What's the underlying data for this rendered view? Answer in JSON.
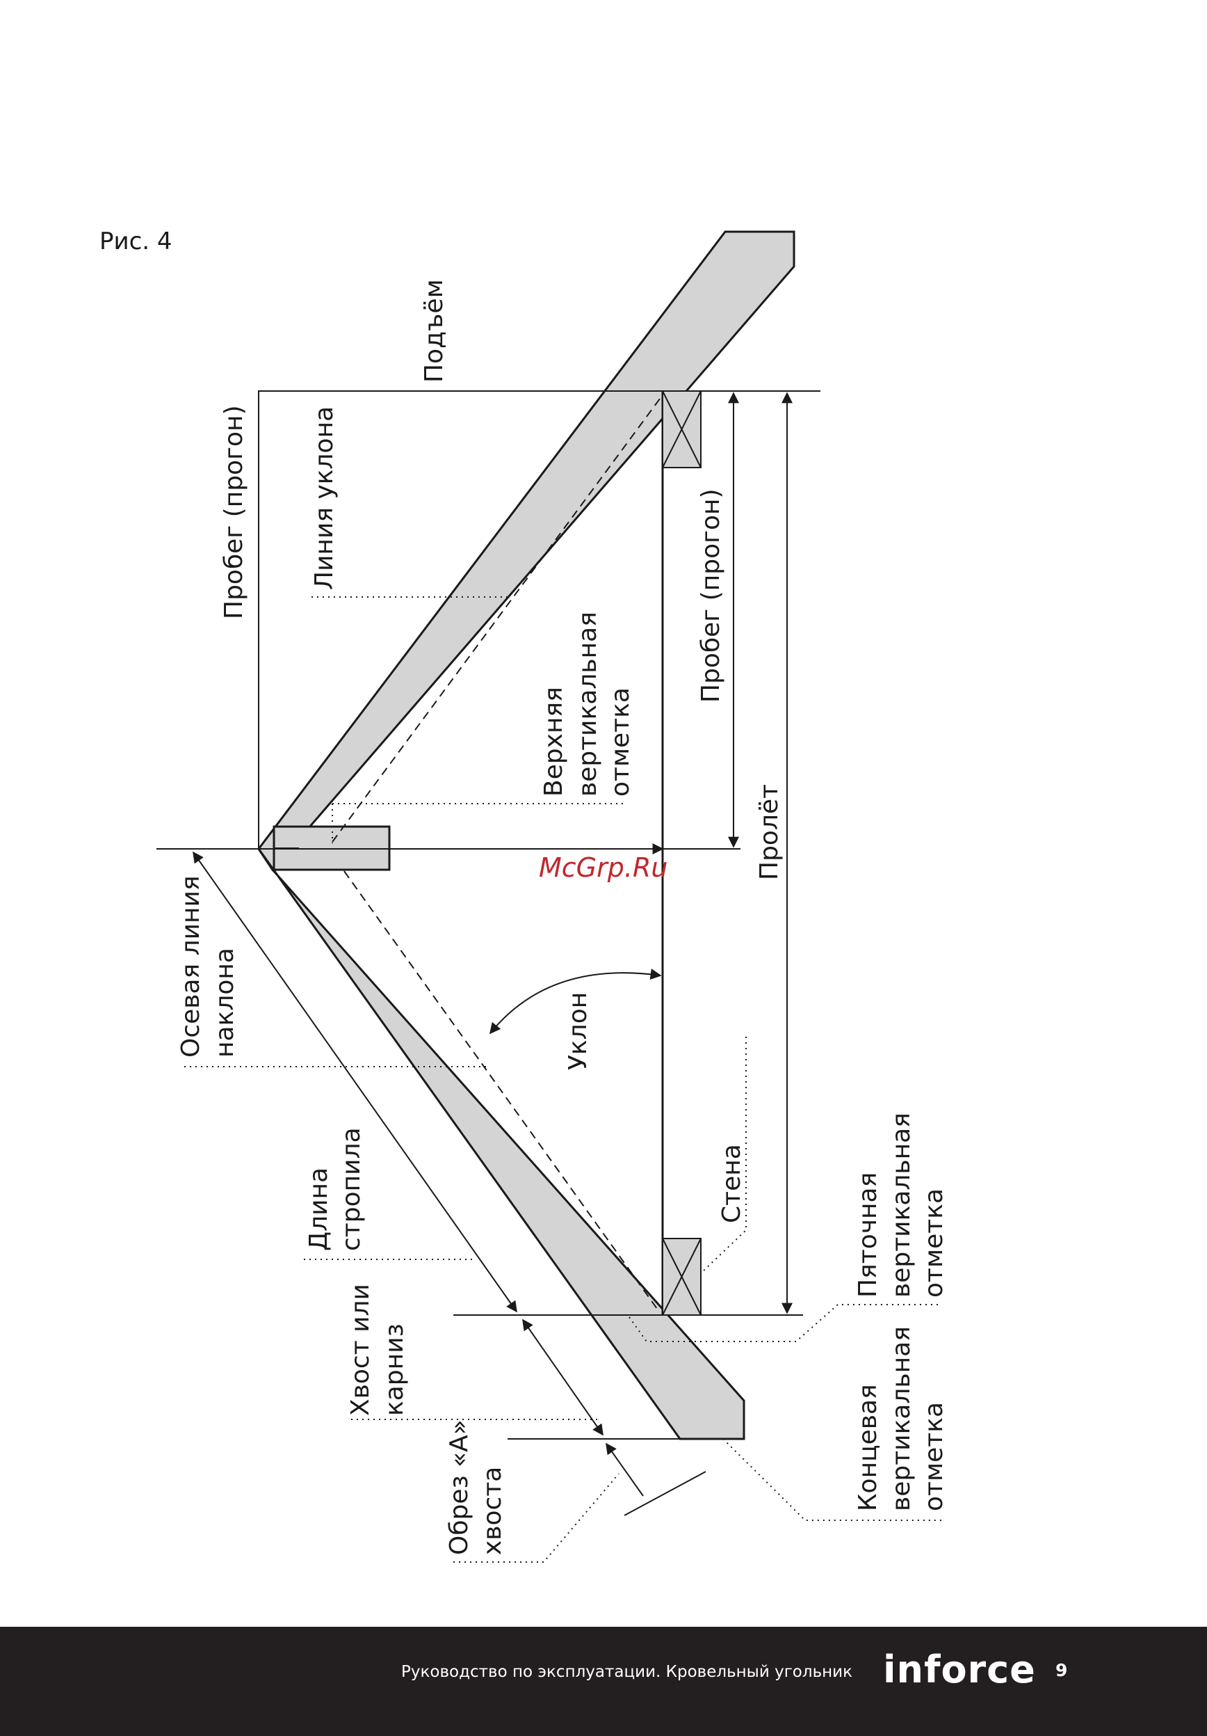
{
  "figure": {
    "caption": "Рис. 4"
  },
  "labels": {
    "podyom": "Подъём",
    "probeg_left": "Пробег (прогон)",
    "liniya_uklona": "Линия уклона",
    "verkhnyaya_1": "Верхняя",
    "verkhnyaya_2": "вертикальная",
    "verkhnyaya_3": "отметка",
    "probeg_right": "Пробег (прогон)",
    "prolyot": "Пролёт",
    "osevaya_1": "Осевая линия",
    "osevaya_2": "наклона",
    "uklon": "Уклон",
    "dlina_1": "Длина",
    "dlina_2": "стропила",
    "stena": "Стена",
    "pyatochnaya_1": "Пяточная",
    "pyatochnaya_2": "вертикальная",
    "pyatochnaya_3": "отметка",
    "khvost_1": "Хвост или",
    "khvost_2": "карниз",
    "obrez_1": "Обрез «А»",
    "obrez_2": "хвоста",
    "kontsevaya_1": "Концевая",
    "kontsevaya_2": "вертикальная",
    "kontsevaya_3": "отметка"
  },
  "watermark": "McGrp.Ru",
  "footer": {
    "title": "Руководство по эксплуатации. Кровельный угольник",
    "brand": "inforce",
    "page": "9"
  },
  "colors": {
    "rafter_fill": "#d4d4d4",
    "line": "#1a1a1a",
    "footer_bg": "#231f20",
    "watermark": "#c0272d"
  }
}
